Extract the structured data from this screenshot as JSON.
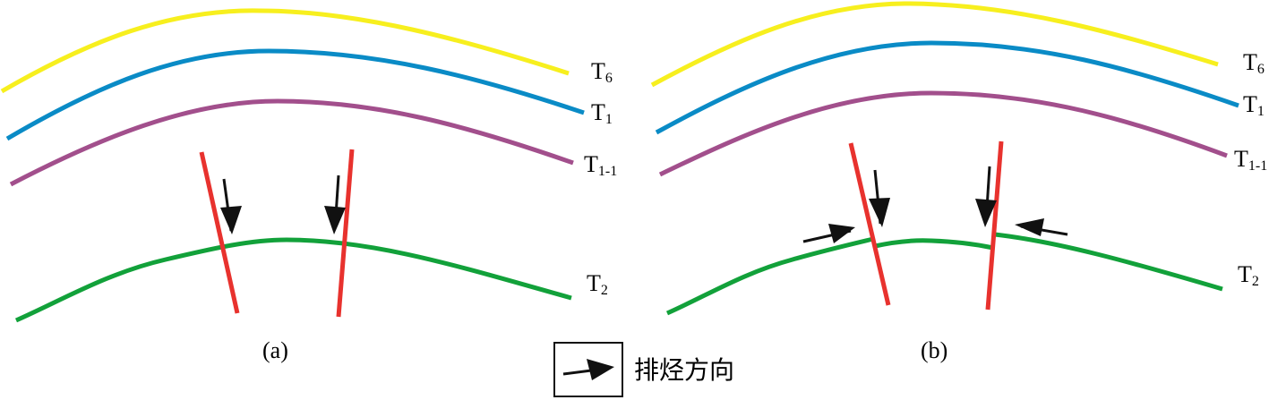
{
  "colors": {
    "T6": "#f7ef1e",
    "T1": "#0a8bc6",
    "T1-1": "#a24f8c",
    "T2": "#12a13a",
    "fault": "#e8322e",
    "arrow": "#111111"
  },
  "horizons": {
    "T6": {
      "base": "T",
      "sub": "6"
    },
    "T1": {
      "base": "T",
      "sub": "1"
    },
    "T1-1": {
      "base": "T",
      "sub": "1-1"
    },
    "T2": {
      "base": "T",
      "sub": "2"
    }
  },
  "panels": {
    "a": {
      "caption": "(a)"
    },
    "b": {
      "caption": "(b)"
    }
  },
  "legend": {
    "label": "排烃方向",
    "icon": "arrow-icon"
  }
}
